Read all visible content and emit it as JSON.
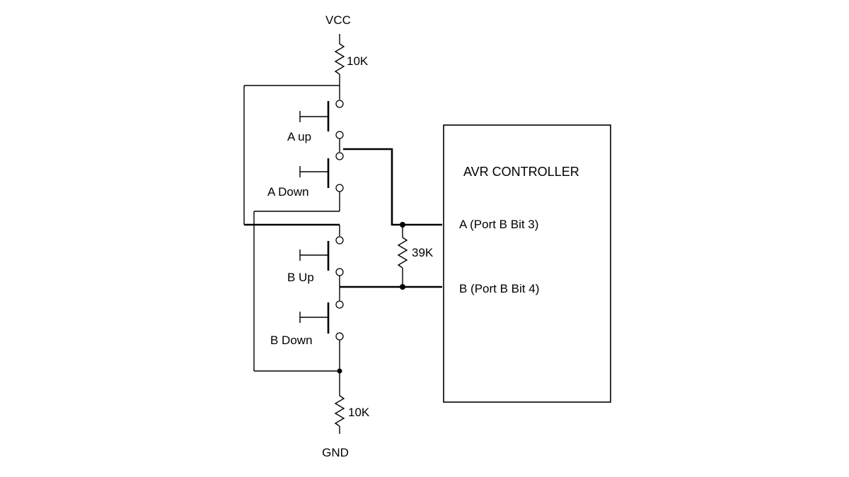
{
  "labels": {
    "vcc": "VCC",
    "gnd": "GND",
    "r_top": "10K",
    "r_mid": "39K",
    "r_bottom": "10K",
    "a_up": "A up",
    "a_down": "A Down",
    "b_up": "B Up",
    "b_down": "B Down",
    "controller": "AVR CONTROLLER",
    "pin_a": "A (Port B Bit 3)",
    "pin_b": "B (Port B Bit 4)"
  }
}
